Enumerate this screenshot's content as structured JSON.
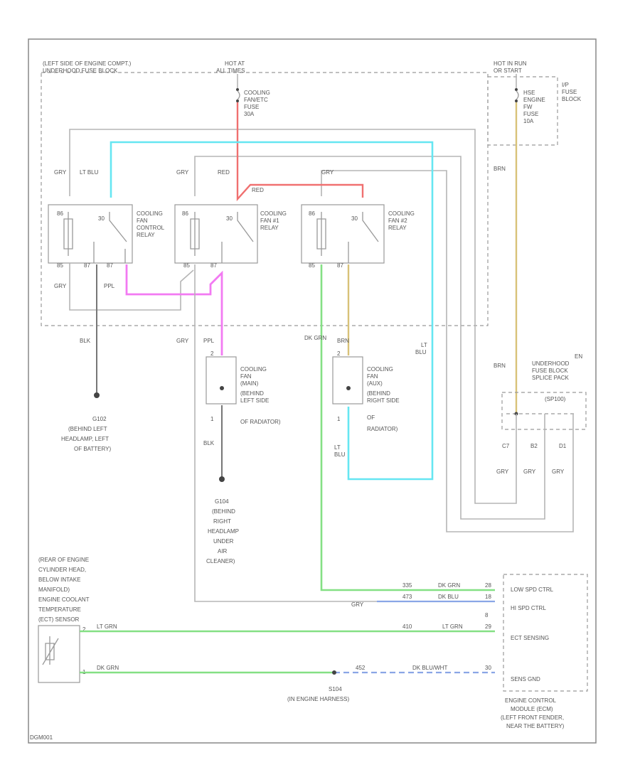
{
  "fuse_block": {
    "title_line1": "(LEFT SIDE OF ENGINE COMPT.)",
    "title_line2": "UNDERHOOD FUSE BLOCK"
  },
  "hot_feed": {
    "line1": "HOT AT",
    "line2": "ALL TIMES"
  },
  "fuse_cooling": {
    "line1": "COOLING",
    "line2": "FAN/ETC",
    "line3": "FUSE",
    "line4": "30A"
  },
  "hot_run": {
    "line1": "HOT IN RUN",
    "line2": "OR START"
  },
  "ip_fuse_block": {
    "line1": "I/P",
    "line2": "FUSE",
    "line3": "BLOCK"
  },
  "fuse_engine": {
    "line1": "HSE",
    "line2": "ENGINE",
    "line3": "FW",
    "line4": "FUSE",
    "line5": "10A"
  },
  "relay1": {
    "line1": "COOLING",
    "line2": "FAN",
    "line3": "CONTROL",
    "line4": "RELAY"
  },
  "relay2": {
    "line1": "COOLING",
    "line2": "FAN #1",
    "line3": "RELAY"
  },
  "relay3": {
    "line1": "COOLING",
    "line2": "FAN #2",
    "line3": "RELAY"
  },
  "wire_labels": {
    "gry": "GRY",
    "lt_blu": "LT BLU",
    "red": "RED",
    "ppl": "PPL",
    "blk": "BLK",
    "dk_grn": "DK GRN",
    "brn": "BRN",
    "lt": "LT",
    "blu": "BLU",
    "lt_grn": "LT GRN",
    "dk_blu": "DK BLU"
  },
  "ground_left": {
    "id": "G102",
    "line1": "(BEHIND LEFT",
    "line2": "HEADLAMP, LEFT",
    "line3": "OF BATTERY)"
  },
  "ground_right": {
    "id": "G104",
    "line1": "(BEHIND",
    "line2": "RIGHT",
    "line3": "HEADLAMP",
    "line4": "UNDER",
    "line5": "AIR",
    "line6": "CLEANER)"
  },
  "fan_left": {
    "line1": "COOLING",
    "line2": "FAN",
    "line3": "(MAIN)",
    "line4": "(BEHIND",
    "line5": "LEFT SIDE",
    "line6": "OF RADIATOR)"
  },
  "fan_right": {
    "line1": "COOLING",
    "line2": "FAN",
    "line3": "(AUX)",
    "line4": "(BEHIND",
    "line5": "RIGHT SIDE",
    "line6": "OF",
    "line7": "RADIATOR)"
  },
  "splice_pack": {
    "line1": "EN",
    "line2": "UNDERHOOD",
    "line3": "FUSE BLOCK",
    "line4": "SPLICE PACK",
    "line5": "(SP100)"
  },
  "splice_pins": [
    "C7",
    "B2",
    "D1"
  ],
  "ect_sensor": {
    "line1": "(REAR OF ENGINE",
    "line2": "CYLINDER HEAD,",
    "line3": "BELOW INTAKE",
    "line4": "MANIFOLD)",
    "line5": "ENGINE COOLANT",
    "line6": "TEMPERATURE",
    "line7": "(ECT) SENSOR"
  },
  "splice_s104": {
    "id": "S104",
    "line1": "(IN ENGINE HARNESS)"
  },
  "ecm": {
    "pins": {
      "low": "LOW SPD CTRL",
      "high": "HI SPD CTRL",
      "ect": "ECT SENSING",
      "gnd": "SENS GND"
    },
    "label_line1": "ENGINE CONTROL",
    "label_line2": "MODULE (ECM)",
    "label_line3": "(LEFT FRONT FENDER,",
    "label_line4": "NEAR THE BATTERY)"
  },
  "circuit_nums": {
    "c335": "335",
    "c473": "473",
    "c410": "410",
    "c452": "452",
    "dk_grn_blk": "DK GRN",
    "blk_wht": "DK BLU/WHT"
  },
  "pin_nums": {
    "p28": "28",
    "p18": "18",
    "p29": "29",
    "p30": "30",
    "p8": "8",
    "p2": "2",
    "p1": "1",
    "p85": "85",
    "p86": "86",
    "p87": "87",
    "p30b": "30"
  },
  "footer_code": "DGM001"
}
